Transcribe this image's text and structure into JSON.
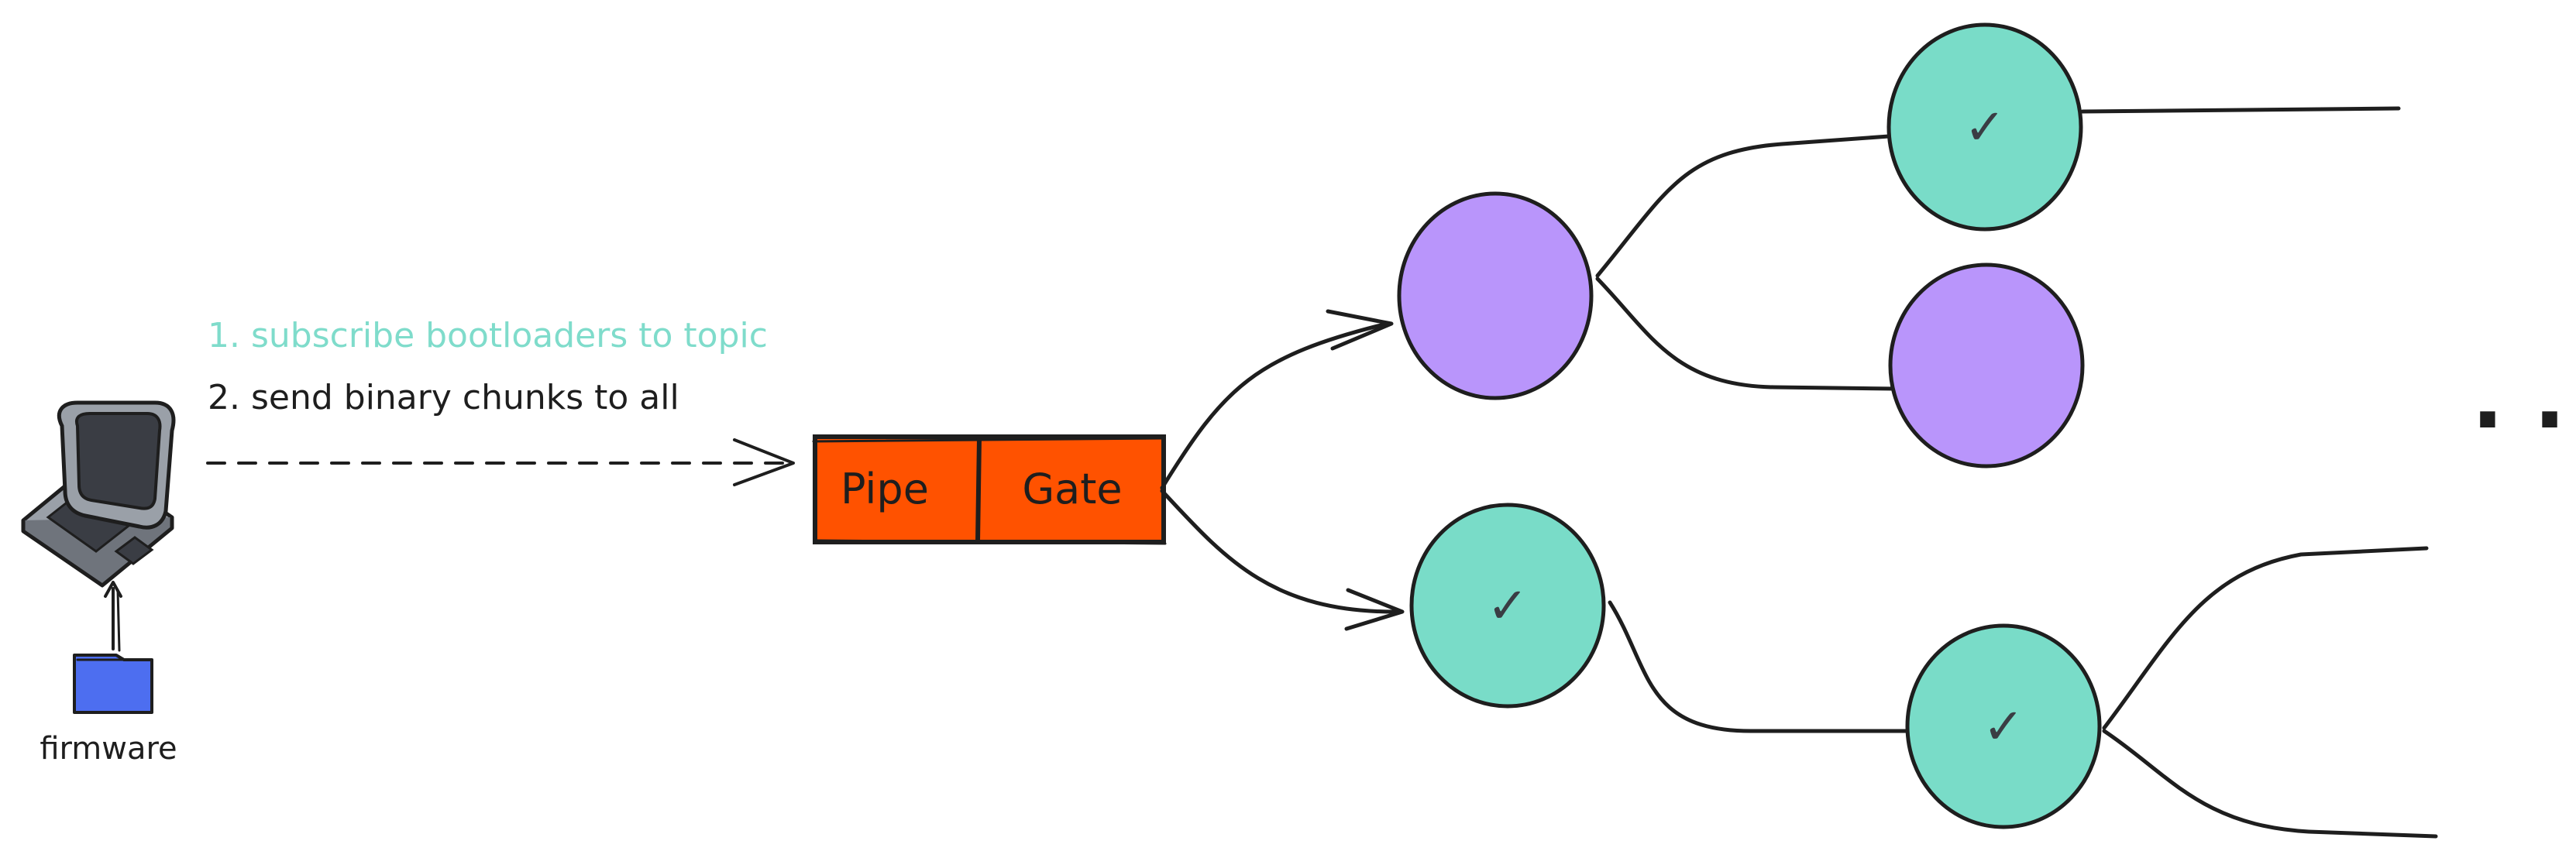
{
  "steps": {
    "step1": "1. subscribe bootloaders to topic",
    "step2": "2. send binary chunks to all"
  },
  "firmware_label": "firmware",
  "gate_box": {
    "left_label": "Pipe",
    "right_label": "Gate"
  },
  "node_check": "✓",
  "ellipsis": ". .",
  "colors": {
    "ink": "#1e1e1e",
    "step1_text": "#7fdccb",
    "gate_fill": "#ff5200",
    "node_teal": "#79dcc8",
    "node_purple": "#b995fb",
    "folder_blue": "#4d6ef0",
    "monitor_dark": "#3a3d44",
    "monitor_gray": "#9aa0a8"
  },
  "nodes": [
    {
      "id": "purple-root",
      "state": "purple"
    },
    {
      "id": "teal-root",
      "state": "teal-check"
    },
    {
      "id": "upper-teal",
      "state": "teal-check"
    },
    {
      "id": "upper-purple",
      "state": "purple"
    },
    {
      "id": "lower-teal",
      "state": "teal-check"
    }
  ]
}
